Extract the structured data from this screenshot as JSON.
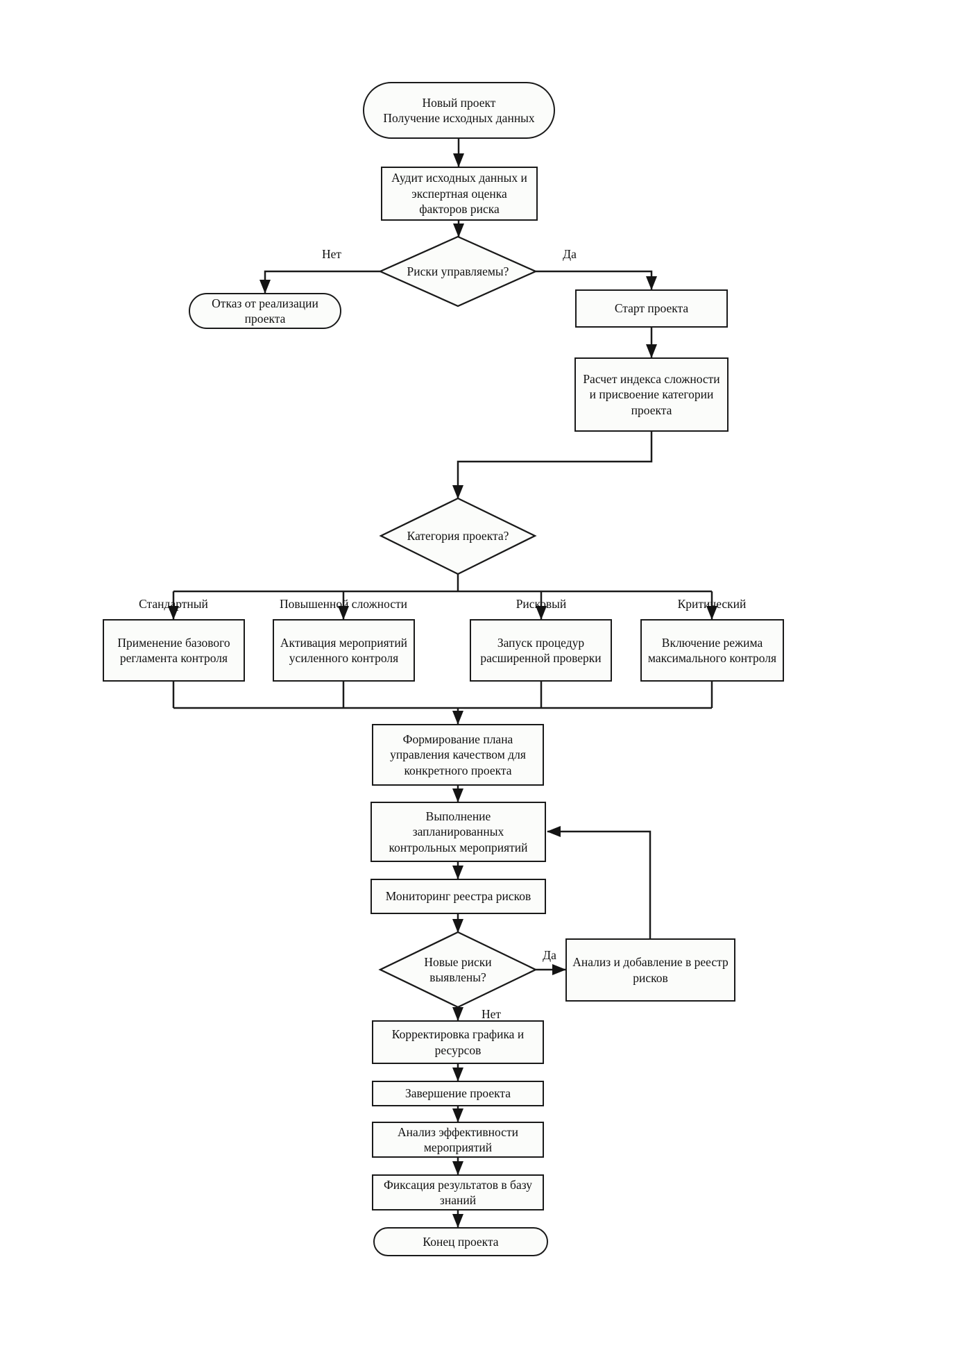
{
  "diagram": {
    "type": "flowchart",
    "language": "ru",
    "colors": {
      "background": "#ffffff",
      "shape_fill": "#fbfcfa",
      "line": "#1a1a1a",
      "text": "#111111"
    },
    "nodes": {
      "start": "Новый проект\nПолучение исходных данных",
      "audit": "Аудит исходных данных и\nэкспертная оценка\nфакторов риска",
      "risks_decision": "Риски управляемы?",
      "reject": "Отказ от реализации\nпроекта",
      "start_project": "Старт проекта",
      "calc_index": "Расчет индекса сложности\nи присвоение категории\nпроекта",
      "category_decision": "Категория проекта?",
      "standard_action": "Применение базового\nрегламента контроля",
      "elevated_action": "Активация мероприятий\nусиленного контроля",
      "risky_action": "Запуск процедур\nрасширенной проверки",
      "critical_action": "Включение режима\nмаксимального контроля",
      "plan": "Формирование плана\nуправления качеством для\nконкретного проекта",
      "execute": "Выполнение\nзапланированных\nконтрольных мероприятий",
      "monitor": "Мониторинг реестра рисков",
      "new_risks_decision": "Новые риски\nвыявлены?",
      "analyze_add": "Анализ и добавление в реестр\nрисков",
      "adjust": "Корректировка графика и\nресурсов",
      "finish": "Завершение проекта",
      "effectiveness": "Анализ эффективности\nмероприятий",
      "fixation": "Фиксация результатов в базу\nзнаний",
      "end": "Конец проекта"
    },
    "edge_labels": {
      "risks_no": "Нет",
      "risks_yes": "Да",
      "new_risks_yes": "Да",
      "new_risks_no": "Нет"
    },
    "branch_labels": {
      "standard": "Стандартный",
      "elevated": "Повышенной сложности",
      "risky": "Рисковый",
      "critical": "Критический"
    }
  }
}
